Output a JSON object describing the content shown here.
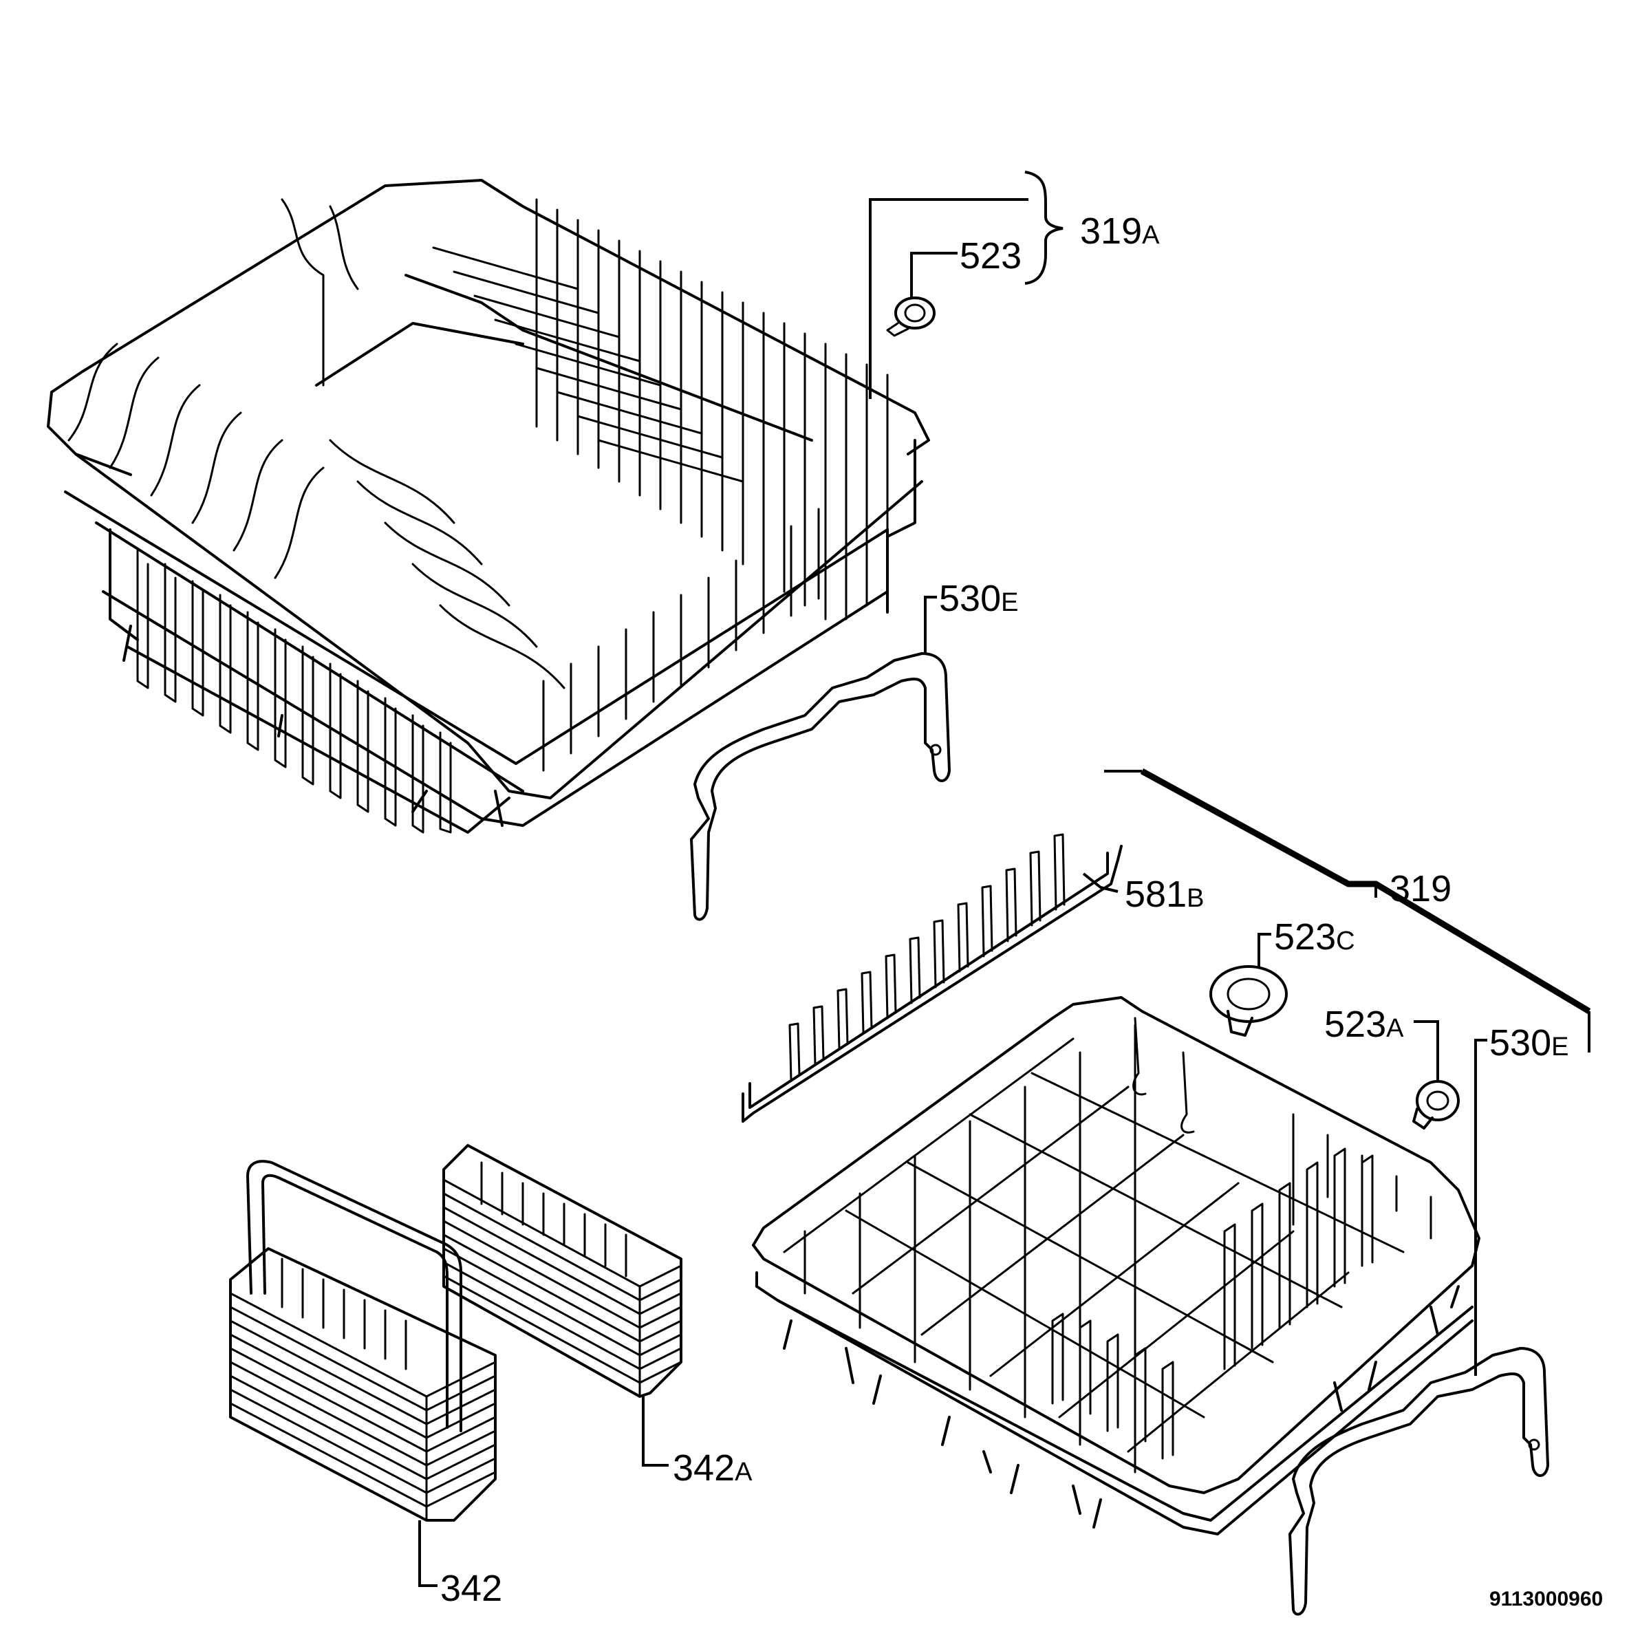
{
  "labels": {
    "l_319a": {
      "num": "319",
      "suffix": "A"
    },
    "l_523": {
      "num": "523",
      "suffix": ""
    },
    "l_530e_top": {
      "num": "530",
      "suffix": "E"
    },
    "l_319": {
      "num": "319",
      "suffix": ""
    },
    "l_581b": {
      "num": "581",
      "suffix": "B"
    },
    "l_523c": {
      "num": "523",
      "suffix": "C"
    },
    "l_523a": {
      "num": "523",
      "suffix": "A"
    },
    "l_530e_right": {
      "num": "530",
      "suffix": "E"
    },
    "l_342a": {
      "num": "342",
      "suffix": "A"
    },
    "l_342": {
      "num": "342",
      "suffix": ""
    }
  },
  "drawing_code": "9113000960",
  "colors": {
    "ink": "#000000",
    "paper": "#ffffff"
  }
}
